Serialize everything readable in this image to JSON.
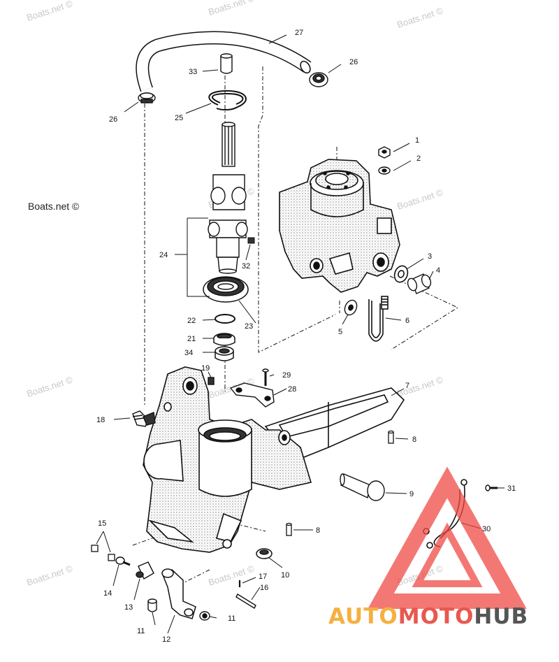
{
  "callouts": [
    {
      "n": "1"
    },
    {
      "n": "2"
    },
    {
      "n": "3"
    },
    {
      "n": "4"
    },
    {
      "n": "5"
    },
    {
      "n": "6"
    },
    {
      "n": "7"
    },
    {
      "n": "8"
    },
    {
      "n": "8"
    },
    {
      "n": "9"
    },
    {
      "n": "10"
    },
    {
      "n": "11"
    },
    {
      "n": "11"
    },
    {
      "n": "12"
    },
    {
      "n": "13"
    },
    {
      "n": "14"
    },
    {
      "n": "15"
    },
    {
      "n": "16"
    },
    {
      "n": "17"
    },
    {
      "n": "18"
    },
    {
      "n": "19"
    },
    {
      "n": "21"
    },
    {
      "n": "22"
    },
    {
      "n": "23"
    },
    {
      "n": "24"
    },
    {
      "n": "25"
    },
    {
      "n": "26"
    },
    {
      "n": "26"
    },
    {
      "n": "27"
    },
    {
      "n": "28"
    },
    {
      "n": "29"
    },
    {
      "n": "30"
    },
    {
      "n": "31"
    },
    {
      "n": "32"
    },
    {
      "n": "33"
    },
    {
      "n": "34"
    }
  ],
  "watermark": "Boats.net ©",
  "brand": {
    "part1": "AUTO",
    "part2": "MOTO",
    "part3": "HUB"
  },
  "colors": {
    "brand_orange": "#f5b041",
    "brand_red": "#e8584f",
    "brand_gray": "#555555",
    "triangle": "#ef4b46"
  }
}
